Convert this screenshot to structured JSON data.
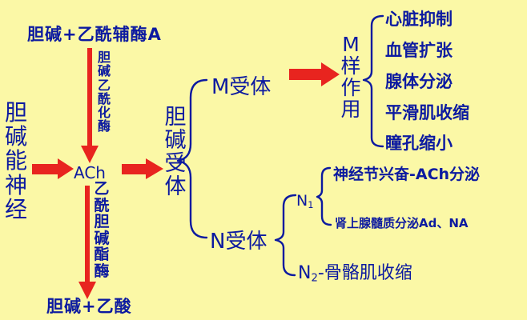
{
  "synthesis": {
    "top": "胆碱+乙酰辅酶A",
    "enzyme": "胆碱乙酰化酶"
  },
  "neuron": "胆碱能神经",
  "ach": "ACh",
  "hydrolysis": {
    "enzyme": "乙酰胆碱酯酶",
    "products": "胆碱+乙酸"
  },
  "receptor": "胆碱受体",
  "m_receptor": {
    "label": "M受体",
    "action": "M样作用",
    "effects": [
      "心脏抑制",
      "血管扩张",
      "腺体分泌",
      "平滑肌收缩",
      "瞳孔缩小"
    ]
  },
  "n_receptor": {
    "label": "N受体",
    "n1": {
      "label": "N",
      "sub": "1",
      "effects": [
        "神经节兴奋-ACh分泌",
        "肾上腺髓质分泌Ad、NA"
      ]
    },
    "n2": {
      "label": "N",
      "sub": "2",
      "effect": "-骨骼肌收缩"
    }
  },
  "colors": {
    "background": "#fbf8a6",
    "text": "#0c1aa0",
    "arrow": "#e8241f"
  }
}
